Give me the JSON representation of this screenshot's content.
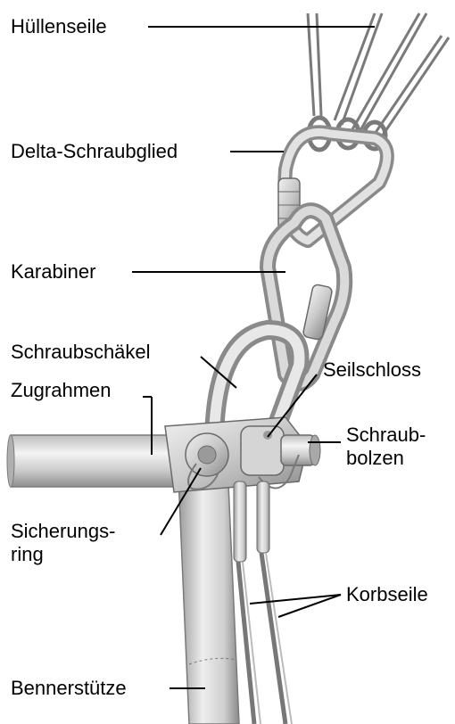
{
  "labels": {
    "huellenseile": "Hüllenseile",
    "delta_schraubglied": "Delta-Schraubglied",
    "karabiner": "Karabiner",
    "schraubschaekel": "Schraubschäkel",
    "seilschloss": "Seilschloss",
    "zugrahmen": "Zugrahmen",
    "schraubbolzen_line1": "Schraub-",
    "schraubbolzen_line2": "bolzen",
    "sicherungsring_line1": "Sicherungs-",
    "sicherungsring_line2": "ring",
    "korbseile": "Korbseile",
    "bennerstuetze": "Bennerstütze"
  },
  "colors": {
    "label_text": "#000000",
    "leader_line": "#000000",
    "metal_light": "#e6e6e6",
    "metal_mid": "#c4c4c4",
    "metal_dark": "#8a8a8a",
    "metal_outline": "#5a5a5a"
  }
}
